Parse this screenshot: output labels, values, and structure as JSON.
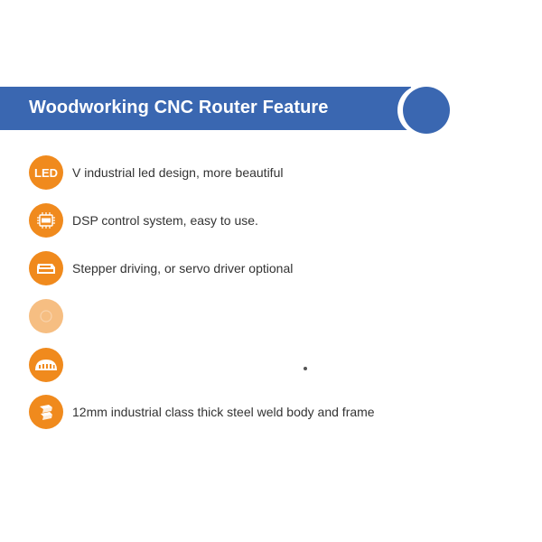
{
  "banner": {
    "title": "Woodworking CNC Router Feature"
  },
  "features": [
    {
      "icon": "led-icon",
      "text": "V industrial led design, more beautiful"
    },
    {
      "icon": "dsp-chip-icon",
      "text": "DSP control system, easy to use."
    },
    {
      "icon": "stepper-driver-icon",
      "text": "Stepper driving, or servo driver optional"
    },
    {
      "icon": "blank-feature-icon",
      "text": ""
    },
    {
      "icon": "gear-rail-icon",
      "text": ""
    },
    {
      "icon": "steel-frame-icon",
      "text": "12mm industrial class thick steel weld body and frame"
    }
  ],
  "colors": {
    "banner_blue": "#3a67b1",
    "badge_orange": "#f08a1d",
    "text": "#333333"
  }
}
